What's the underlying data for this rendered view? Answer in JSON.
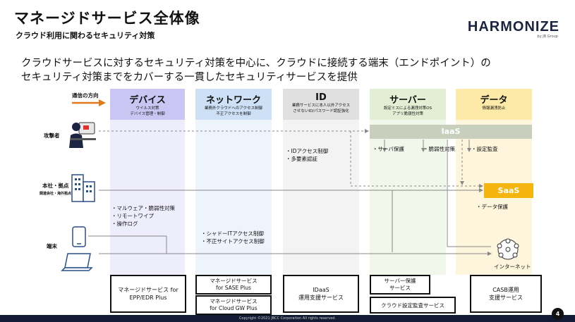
{
  "header": {
    "title": "マネージドサービス全体像",
    "subtitle": "クラウド利用に関わるセキュリティ対策",
    "logo": "HARMONIZE",
    "logo_sub": "by JB Group"
  },
  "lead": {
    "line1": "クラウドサービスに対するセキュリティ対策を中心に、クラウドに接続する端末（エンドポイント）の",
    "line2": "セキュリティ対策までをカバーする一貫したセキュリティサービスを提供"
  },
  "direction_label": "通信の方向",
  "columns": [
    {
      "title": "デバイス",
      "sub1": "ウイルス対策",
      "sub2": "デバイス管理・制御",
      "head_color": "#c9c6f3",
      "body_color": "#eeedfc"
    },
    {
      "title": "ネットワーク",
      "sub1": "業務外クラウドへのアクセス制御",
      "sub2": "不正アクセスを制御",
      "head_color": "#cde0f5",
      "body_color": "#eef4fc"
    },
    {
      "title": "ID",
      "sub1": "業務サービスに本人以外アクセス",
      "sub2": "させないID/パスワード認証強化",
      "head_color": "#e0e0e0",
      "body_color": "#f3f3f3"
    },
    {
      "title": "サーバー",
      "sub1": "設定ミスによる漏洩対策OS",
      "sub2": "アプリ脆弱性対策",
      "head_color": "#e2efd4",
      "body_color": "#f1f7ea"
    },
    {
      "title": "データ",
      "sub1": "情報漏洩防止",
      "sub2": "",
      "head_color": "#fde9a8",
      "body_color": "#fdf6dc"
    }
  ],
  "rows": {
    "attacker": "攻撃者",
    "office": "本社・拠点",
    "office_sub": "関連会社・海外拠点",
    "device": "端末"
  },
  "bullets": {
    "device": [
      "マルウェア・脆弱性対策",
      "リモートワイプ",
      "操作ログ"
    ],
    "network": [
      "シャドーITアクセス制御",
      "不正サイトアクセス制御"
    ],
    "id": [
      "IDアクセス制御",
      "多要素認証"
    ],
    "iaas": [
      "サーバ保護",
      "脆弱性対策",
      "設定監査"
    ],
    "saas": [
      "データ保護"
    ]
  },
  "iaas_label": "IaaS",
  "saas_label": "SaaS",
  "internet_label": "インターネット",
  "colors": {
    "iaas": "#c8cfbd",
    "saas": "#f5b40e",
    "arrow": "#e07a1f"
  },
  "services": {
    "device": "マネージドサービス for\nEPP/EDR Plus",
    "sase": "マネージドサービス\nfor SASE Plus",
    "cloudgw": "マネージドサービス\nfor Cloud GW Plus",
    "idaas": "IDaaS\n運用支援サービス",
    "server_protect": "サーバー保護\nサービス",
    "cloud_audit": "クラウド設定監査サービス",
    "casb": "CASB運用\n支援サービス"
  },
  "footer": "Copyright ©2021 JBCC Corporation All rights reserved.",
  "page_number": "4"
}
